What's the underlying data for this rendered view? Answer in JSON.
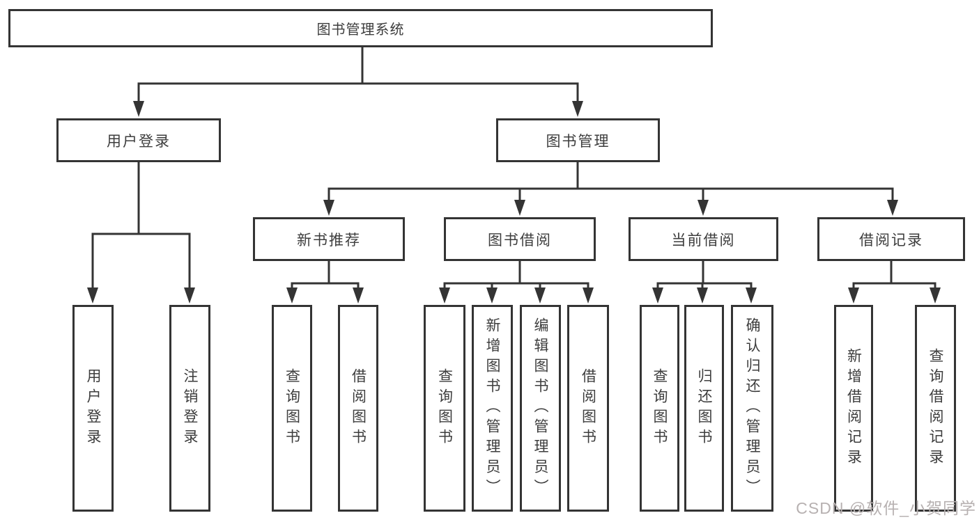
{
  "diagram_type": "hierarchy-tree",
  "colors": {
    "background": "#ffffff",
    "line": "#343434",
    "box_border": "#343434",
    "text": "#3d3d3d",
    "watermark": "#b7b1b1"
  },
  "watermark": {
    "text": "CSDN @软件_小贺同学"
  },
  "hierarchy": {
    "root": {
      "label": "图书管理系统",
      "children": [
        {
          "label": "用户登录",
          "children": [
            {
              "label": "用户登录"
            },
            {
              "label": "注销登录"
            }
          ]
        },
        {
          "label": "图书管理",
          "children": [
            {
              "label": "新书推荐",
              "children": [
                {
                  "label": "查询图书"
                },
                {
                  "label": "借阅图书"
                }
              ]
            },
            {
              "label": "图书借阅",
              "children": [
                {
                  "label": "查询图书"
                },
                {
                  "label": "新增图书（管理员）"
                },
                {
                  "label": "编辑图书（管理员）"
                },
                {
                  "label": "借阅图书"
                }
              ]
            },
            {
              "label": "当前借阅",
              "children": [
                {
                  "label": "查询图书"
                },
                {
                  "label": "归还图书"
                },
                {
                  "label": "确认归还（管理员）"
                }
              ]
            },
            {
              "label": "借阅记录",
              "children": [
                {
                  "label": "新增借阅记录"
                },
                {
                  "label": "查询借阅记录"
                }
              ]
            }
          ]
        }
      ]
    }
  }
}
